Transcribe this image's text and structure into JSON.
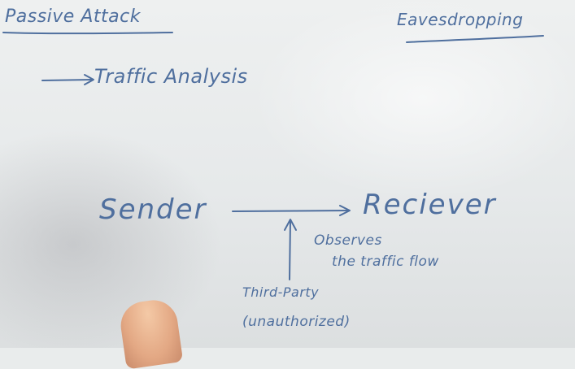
{
  "board": {
    "heading_left": "Passive Attack",
    "heading_right": "Eavesdropping",
    "bullet": "Traffic Analysis",
    "sender": "Sender",
    "receiver": "Reciever",
    "observes_line1": "Observes",
    "observes_line2": "the traffic flow",
    "third_party": "Third-Party",
    "unauthorized": "(unauthorized)"
  },
  "colors": {
    "ink": "#4f6f9e",
    "board": "#e9ecec",
    "skin": "#e3a884"
  }
}
